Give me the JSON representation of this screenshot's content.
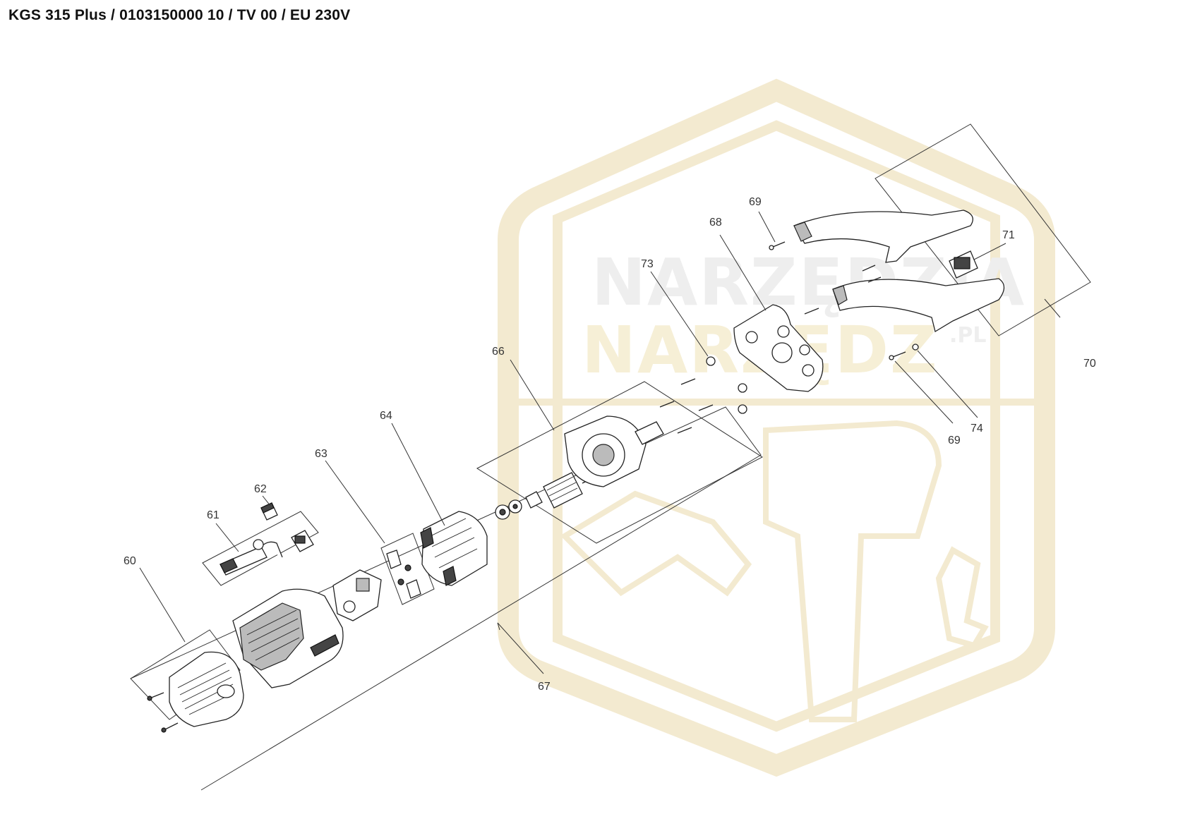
{
  "title": "KGS 315 Plus / 0103150000 10 / TV 00 / EU 230V",
  "watermark": {
    "line1": "NARZĘDZIA",
    "line2": "NARZĘDZ",
    "suffix": ".PL"
  },
  "callouts": {
    "c60": "60",
    "c61": "61",
    "c62": "62",
    "c63": "63",
    "c64": "64",
    "c66": "66",
    "c67": "67",
    "c68": "68",
    "c69a": "69",
    "c69b": "69",
    "c70": "70",
    "c71": "71",
    "c73": "73",
    "c74": "74"
  },
  "colors": {
    "line": "#333333",
    "watermark_gray": "#eeeeee",
    "watermark_yellow": "#f6efd6"
  }
}
